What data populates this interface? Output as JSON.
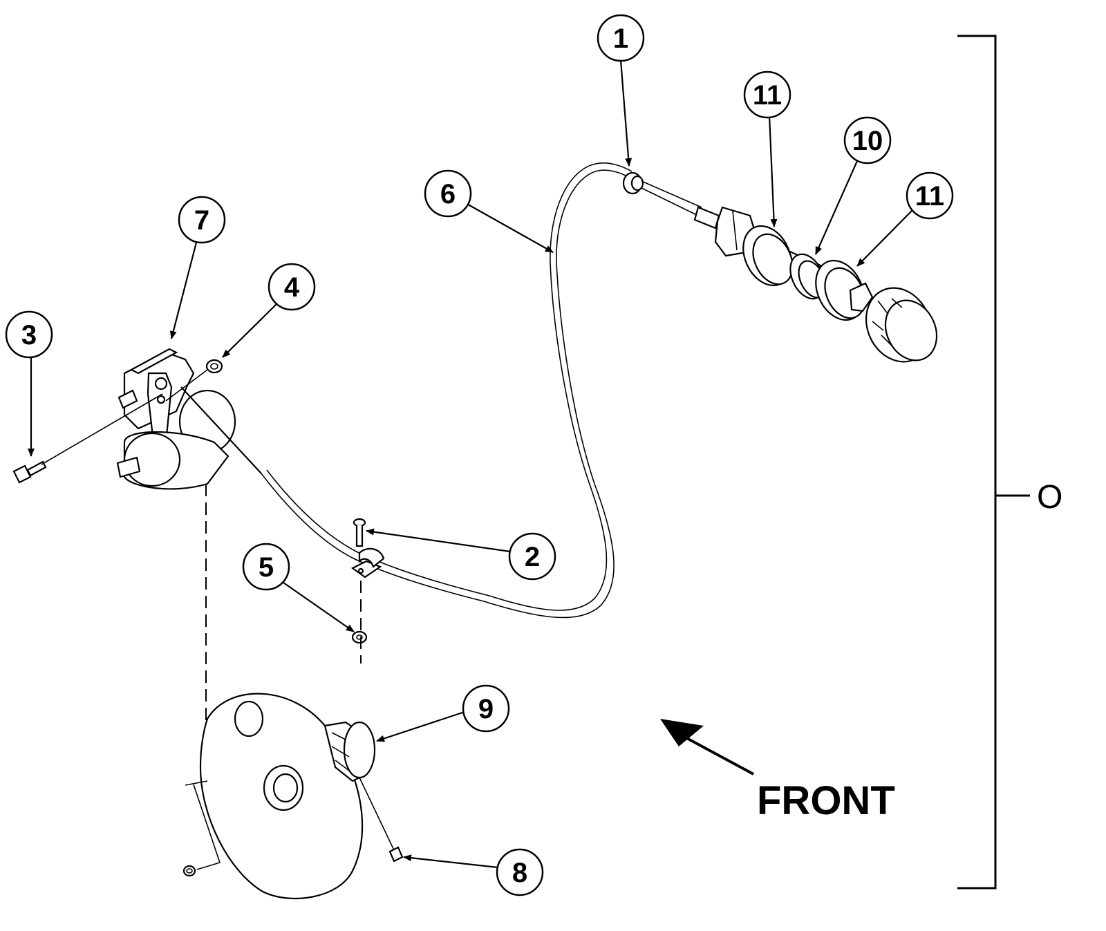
{
  "diagram": {
    "front_label": "FRONT",
    "assembly_label": "O",
    "callouts": [
      {
        "id": "c1",
        "label": "1"
      },
      {
        "id": "c2",
        "label": "2"
      },
      {
        "id": "c3",
        "label": "3"
      },
      {
        "id": "c4",
        "label": "4"
      },
      {
        "id": "c5",
        "label": "5"
      },
      {
        "id": "c6",
        "label": "6"
      },
      {
        "id": "c7",
        "label": "7"
      },
      {
        "id": "c8",
        "label": "8"
      },
      {
        "id": "c9",
        "label": "9"
      },
      {
        "id": "c10",
        "label": "10"
      },
      {
        "id": "c11a",
        "label": "11"
      },
      {
        "id": "c11b",
        "label": "11"
      }
    ]
  }
}
